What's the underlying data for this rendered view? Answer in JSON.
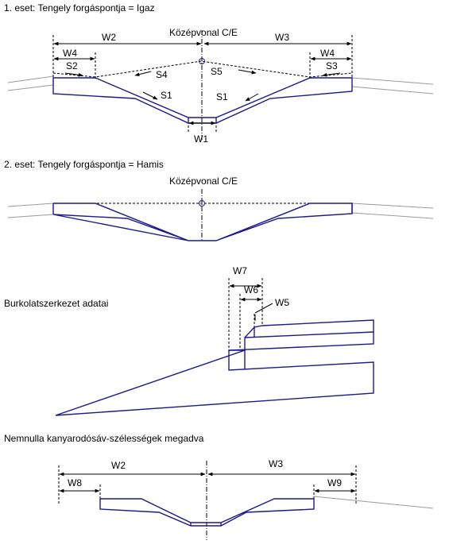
{
  "case1": {
    "title": "1. eset: Tengely forgáspontja = Igaz",
    "centerline": "Középvonal C/E",
    "labels": {
      "w2": "W2",
      "w3": "W3",
      "w4_left": "W4",
      "w4_right": "W4",
      "s2": "S2",
      "s3": "S3",
      "s4": "S4",
      "s5": "S5",
      "s1_left": "S1",
      "s1_right": "S1",
      "w1": "W1"
    }
  },
  "case2": {
    "title": "2. eset: Tengely forgáspontja = Hamis",
    "centerline": "Középvonal C/E"
  },
  "pavement": {
    "title": "Burkolatszerkezet adatai",
    "labels": {
      "w7": "W7",
      "w6": "W6",
      "w5": "W5"
    }
  },
  "nonzero": {
    "title": "Nemnulla kanyarodósáv-szélességek megadva",
    "labels": {
      "w2": "W2",
      "w3": "W3",
      "w8": "W8",
      "w9": "W9"
    }
  },
  "colors": {
    "section": "#1f1a8a",
    "ground": "#9a9a9a",
    "dimension": "#000000"
  }
}
